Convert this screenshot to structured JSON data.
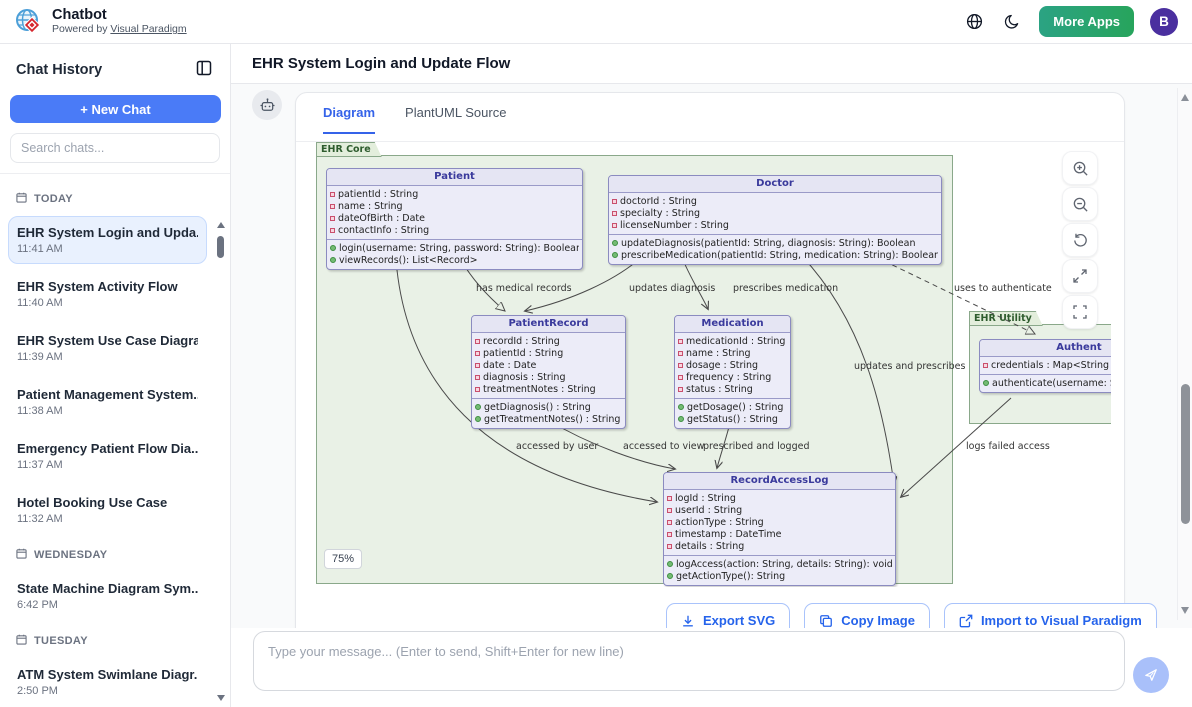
{
  "header": {
    "app_title": "Chatbot",
    "powered_prefix": "Powered by ",
    "powered_link": "Visual Paradigm",
    "more_apps_label": "More Apps",
    "avatar_initial": "B"
  },
  "sidebar": {
    "title": "Chat History",
    "new_chat_label": "+   New Chat",
    "search_placeholder": "Search chats...",
    "sections": [
      {
        "label": "TODAY",
        "items": [
          {
            "title": "EHR System Login and Upda...",
            "time": "11:41 AM"
          },
          {
            "title": "EHR System Activity Flow",
            "time": "11:40 AM"
          },
          {
            "title": "EHR System Use Case Diagram",
            "time": "11:39 AM"
          },
          {
            "title": "Patient Management System...",
            "time": "11:38 AM"
          },
          {
            "title": "Emergency Patient Flow Dia...",
            "time": "11:37 AM"
          },
          {
            "title": "Hotel Booking Use Case",
            "time": "11:32 AM"
          }
        ]
      },
      {
        "label": "WEDNESDAY",
        "items": [
          {
            "title": "State Machine Diagram Sym...",
            "time": "6:42 PM"
          }
        ]
      },
      {
        "label": "TUESDAY",
        "items": [
          {
            "title": "ATM System Swimlane Diagr...",
            "time": "2:50 PM"
          }
        ]
      }
    ]
  },
  "main": {
    "page_title": "EHR System Login and Update Flow",
    "tabs": [
      {
        "label": "Diagram"
      },
      {
        "label": "PlantUML Source"
      }
    ],
    "actions": [
      {
        "label": "Export SVG"
      },
      {
        "label": "Copy Image"
      },
      {
        "label": "Import to Visual Paradigm"
      }
    ],
    "zoom_badge": "75%"
  },
  "composer": {
    "placeholder": "Type your message... (Enter to send, Shift+Enter for new line)"
  },
  "diagram": {
    "package_core": "EHR Core",
    "package_utility": "EHR Utility",
    "classes": {
      "patient": {
        "title": "Patient",
        "attrs": [
          "patientId : String",
          "name : String",
          "dateOfBirth : Date",
          "contactInfo : String"
        ],
        "methods": [
          "login(username: String, password: String): Boolean",
          "viewRecords(): List<Record>"
        ]
      },
      "doctor": {
        "title": "Doctor",
        "attrs": [
          "doctorId : String",
          "specialty : String",
          "licenseNumber : String"
        ],
        "methods": [
          "updateDiagnosis(patientId: String, diagnosis: String): Boolean",
          "prescribeMedication(patientId: String, medication: String): Boolean"
        ]
      },
      "patientRecord": {
        "title": "PatientRecord",
        "attrs": [
          "recordId : String",
          "patientId : String",
          "date : Date",
          "diagnosis : String",
          "treatmentNotes : String"
        ],
        "methods": [
          "getDiagnosis() : String",
          "getTreatmentNotes() : String"
        ]
      },
      "medication": {
        "title": "Medication",
        "attrs": [
          "medicationId : String",
          "name : String",
          "dosage : String",
          "frequency : String",
          "status : String"
        ],
        "methods": [
          "getDosage() : String",
          "getStatus() : String"
        ]
      },
      "recordAccessLog": {
        "title": "RecordAccessLog",
        "attrs": [
          "logId : String",
          "userId : String",
          "actionType : String",
          "timestamp : DateTime",
          "details : String"
        ],
        "methods": [
          "logAccess(action: String, details: String): void",
          "getActionType(): String"
        ]
      },
      "authentication": {
        "title": "Authent",
        "attrs": [
          "credentials : Map<String"
        ],
        "methods": [
          "authenticate(username: S"
        ]
      }
    },
    "edge_labels": {
      "has_medical_records": "has medical records",
      "updates_diagnosis": "updates diagnosis",
      "prescribes_medication": "prescribes medication",
      "uses_to_authenticate": "uses to authenticate",
      "updates_and_prescribes": "updates and prescribes",
      "accessed_by_user": "accessed by user",
      "accessed_to_view": "accessed to view",
      "prescribed_and_logged": "prescribed and logged",
      "logs_failed_access": "logs failed access"
    }
  }
}
